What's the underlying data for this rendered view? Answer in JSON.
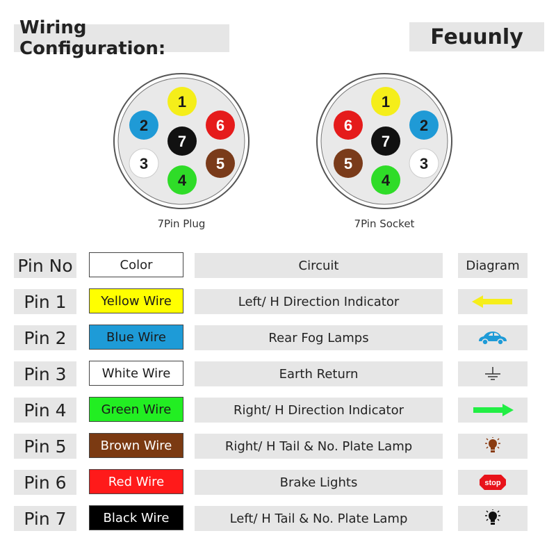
{
  "title": "Wiring Configuration:",
  "brand": "Feuunly",
  "plug": {
    "label": "7Pin Plug",
    "pins": [
      {
        "num": "1",
        "color": "#f5ee1a",
        "text_color": "#1a1a1a"
      },
      {
        "num": "2",
        "color": "#1f9ad6",
        "text_color": "#1a1a1a"
      },
      {
        "num": "3",
        "color": "#ffffff",
        "text_color": "#1a1a1a"
      },
      {
        "num": "4",
        "color": "#2fdc28",
        "text_color": "#1a1a1a"
      },
      {
        "num": "5",
        "color": "#7a3b1a",
        "text_color": "#ffffff"
      },
      {
        "num": "6",
        "color": "#e51b1b",
        "text_color": "#ffffff"
      },
      {
        "num": "7",
        "color": "#111111",
        "text_color": "#ffffff"
      }
    ]
  },
  "socket": {
    "label": "7Pin Socket",
    "pins": [
      {
        "num": "1",
        "color": "#f5ee1a",
        "text_color": "#1a1a1a"
      },
      {
        "num": "6",
        "color": "#e51b1b",
        "text_color": "#ffffff"
      },
      {
        "num": "2",
        "color": "#1f9ad6",
        "text_color": "#1a1a1a"
      },
      {
        "num": "7",
        "color": "#111111",
        "text_color": "#ffffff"
      },
      {
        "num": "5",
        "color": "#7a3b1a",
        "text_color": "#ffffff"
      },
      {
        "num": "3",
        "color": "#ffffff",
        "text_color": "#1a1a1a"
      },
      {
        "num": "4",
        "color": "#2fdc28",
        "text_color": "#1a1a1a"
      }
    ]
  },
  "table": {
    "header": {
      "pin": "Pin No",
      "color": "Color",
      "circuit": "Circuit",
      "diagram": "Diagram"
    },
    "rows": [
      {
        "pin": "Pin 1",
        "wire": "Yellow Wire",
        "wire_bg": "#ffff00",
        "wire_fg": "#1a1a1a",
        "circuit": "Left/ H Direction Indicator",
        "icon": "left-arrow-icon"
      },
      {
        "pin": "Pin 2",
        "wire": "Blue Wire",
        "wire_bg": "#1e9bd7",
        "wire_fg": "#1a1a1a",
        "circuit": "Rear Fog Lamps",
        "icon": "car-icon"
      },
      {
        "pin": "Pin 3",
        "wire": "White Wire",
        "wire_bg": "#ffffff",
        "wire_fg": "#1a1a1a",
        "circuit": "Earth Return",
        "icon": "ground-icon"
      },
      {
        "pin": "Pin 4",
        "wire": "Green Wire",
        "wire_bg": "#22ee22",
        "wire_fg": "#1a1a1a",
        "circuit": "Right/ H Direction Indicator",
        "icon": "right-arrow-icon"
      },
      {
        "pin": "Pin 5",
        "wire": "Brown Wire",
        "wire_bg": "#7b3a12",
        "wire_fg": "#ffffff",
        "circuit": "Right/ H Tail & No. Plate Lamp",
        "icon": "brown-lamp-icon"
      },
      {
        "pin": "Pin 6",
        "wire": "Red Wire",
        "wire_bg": "#ff1a1a",
        "wire_fg": "#ffffff",
        "circuit": "Brake Lights",
        "icon": "stop-sign-icon",
        "icon_text": "stop"
      },
      {
        "pin": "Pin 7",
        "wire": "Black Wire",
        "wire_bg": "#000000",
        "wire_fg": "#ffffff",
        "circuit": "Left/ H Tail & No. Plate Lamp",
        "icon": "black-lamp-icon"
      }
    ]
  }
}
